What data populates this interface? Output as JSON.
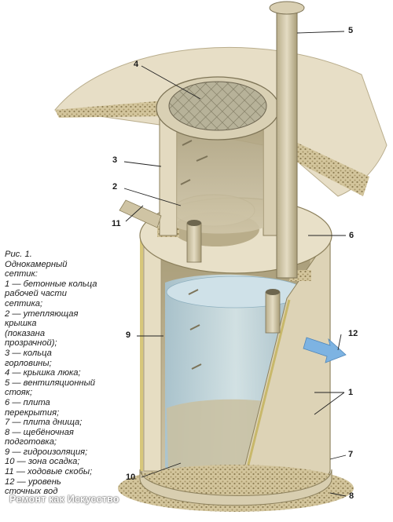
{
  "caption": {
    "figure": "Рис. 1.",
    "lines": [
      "Однокамерный",
      "септик:",
      "1 — бетонные кольца",
      "рабочей части",
      "септика;",
      "2 — утепляющая",
      "крышка",
      "(показана",
      "прозрачной);",
      "3 — кольца",
      "горловины;",
      "4 — крышка люка;",
      "5 — вентиляционный",
      "стояк;",
      "6 — плита",
      "перекрытия;",
      "7 — плита днища;",
      "8 — щебёночная",
      "подготовка;",
      "9 — гидроизоляция;",
      "10 — зона осадка;",
      "11 — ходовые скобы;",
      "12 — уровень",
      "сточных вод"
    ]
  },
  "callouts": [
    "1",
    "2",
    "3",
    "4",
    "5",
    "6",
    "7",
    "8",
    "9",
    "10",
    "11",
    "12"
  ],
  "watermark": "Ремонт как Искусство",
  "colors": {
    "concrete": "#d9cfb2",
    "ground": "#e6dcc2",
    "gravel": "#c9b98f",
    "water": "#b9d2dd",
    "lid": "#b8b49a",
    "arrow": "#6ea8dc"
  }
}
